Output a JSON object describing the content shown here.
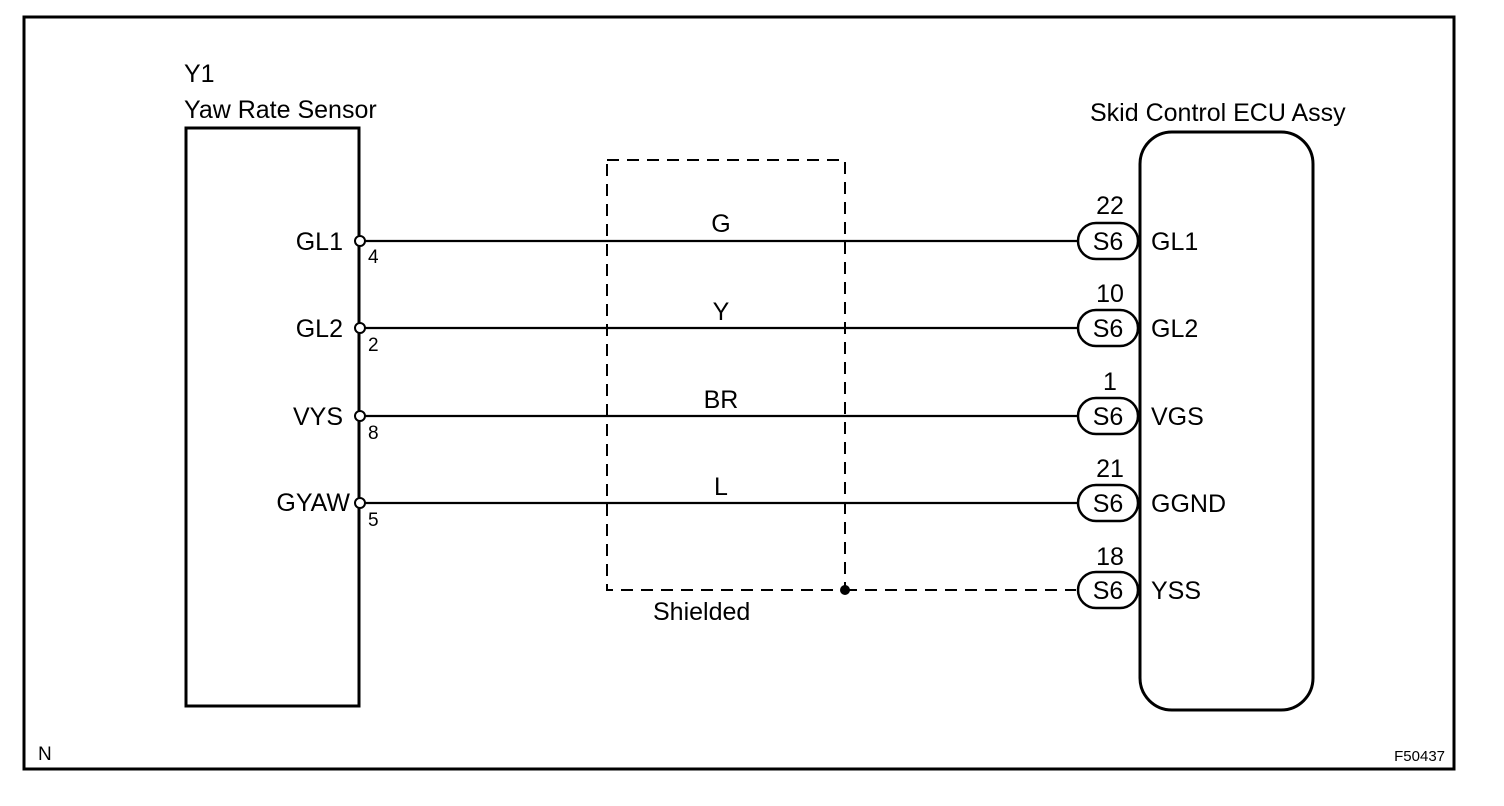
{
  "sensor": {
    "code": "Y1",
    "name": "Yaw Rate Sensor",
    "pins": [
      {
        "name": "GL1",
        "pin": "4"
      },
      {
        "name": "GL2",
        "pin": "2"
      },
      {
        "name": "VYS",
        "pin": "8"
      },
      {
        "name": "GYAW",
        "pin": "5"
      }
    ]
  },
  "ecu": {
    "name": "Skid Control ECU Assy",
    "terminals": [
      {
        "pin": "22",
        "connector": "S6",
        "name": "GL1"
      },
      {
        "pin": "10",
        "connector": "S6",
        "name": "GL2"
      },
      {
        "pin": "1",
        "connector": "S6",
        "name": "VGS"
      },
      {
        "pin": "21",
        "connector": "S6",
        "name": "GGND"
      },
      {
        "pin": "18",
        "connector": "S6",
        "name": "YSS"
      }
    ]
  },
  "wires": [
    {
      "color": "G"
    },
    {
      "color": "Y"
    },
    {
      "color": "BR"
    },
    {
      "color": "L"
    }
  ],
  "shield": {
    "label": "Shielded"
  },
  "footer": {
    "left_code": "N",
    "figure_id": "F50437"
  }
}
